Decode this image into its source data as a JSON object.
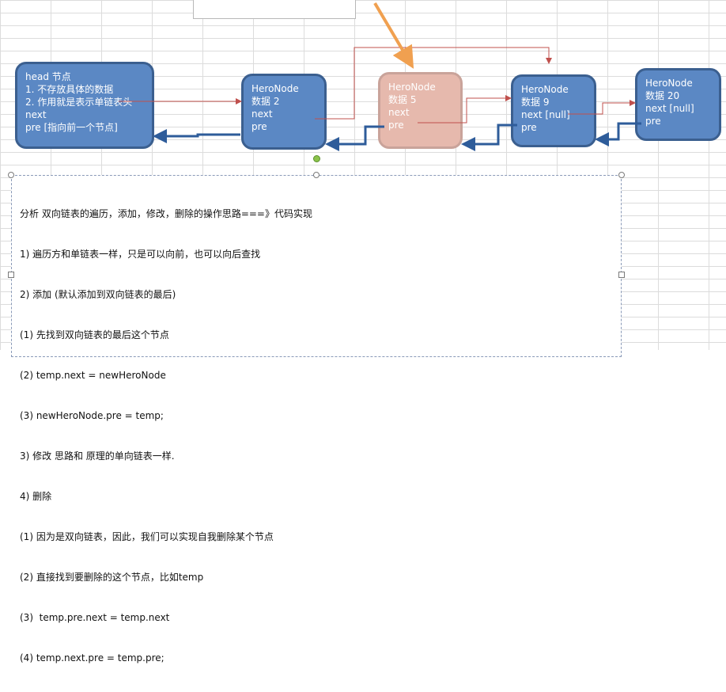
{
  "nodes": [
    {
      "lines": [
        "head 节点",
        "1. 不存放具体的数据",
        "2. 作用就是表示单链表头",
        "next",
        "pre  [指向前一个节点]"
      ]
    },
    {
      "lines": [
        "HeroNode",
        "数据 2",
        "next",
        "pre"
      ]
    },
    {
      "lines": [
        "HeroNode",
        "数据 5",
        "next",
        "pre"
      ]
    },
    {
      "lines": [
        "HeroNode",
        "数据 9",
        "next [null]",
        "pre"
      ]
    },
    {
      "lines": [
        "HeroNode",
        "数据 20",
        "next [null]",
        "pre"
      ]
    }
  ],
  "description": {
    "lines": [
      "分析 双向链表的遍历，添加，修改，删除的操作思路===》代码实现",
      "1) 遍历方和单链表一样，只是可以向前，也可以向后查找",
      "2) 添加 (默认添加到双向链表的最后)",
      "(1) 先找到双向链表的最后这个节点",
      "(2) temp.next = newHeroNode",
      "(3) newHeroNode.pre = temp;",
      "3) 修改 思路和 原理的单向链表一样.",
      "4) 删除",
      "(1) 因为是双向链表，因此，我们可以实现自我删除某个节点",
      "(2) 直接找到要删除的这个节点，比如temp",
      "(3)  temp.pre.next = temp.next",
      "(4) temp.next.pre = temp.pre;"
    ]
  },
  "colors": {
    "node_fill": "#5b88c4",
    "node_border": "#3b5f8f",
    "highlight_node_fill": "#e6b9ad",
    "next_arrow": "#c0504d",
    "pre_arrow": "#2e5c9a",
    "pointer_arrow": "#f0a050"
  }
}
